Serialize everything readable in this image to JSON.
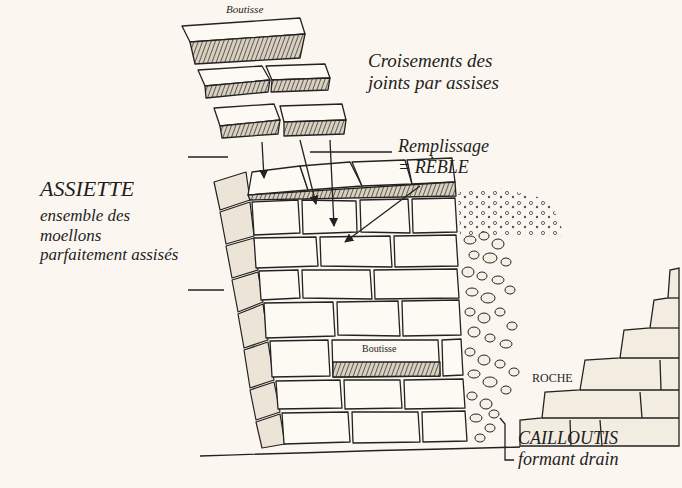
{
  "diagram": {
    "labels": [
      "Boutisse",
      "Croisements des joints par assises",
      "Remplissage = RÈBLE",
      "ASSIETTE",
      "ensemble des moellons parfaitement assisés",
      "Boutisse",
      "ROCHE",
      "CAILLOUTIS formant drain"
    ]
  }
}
